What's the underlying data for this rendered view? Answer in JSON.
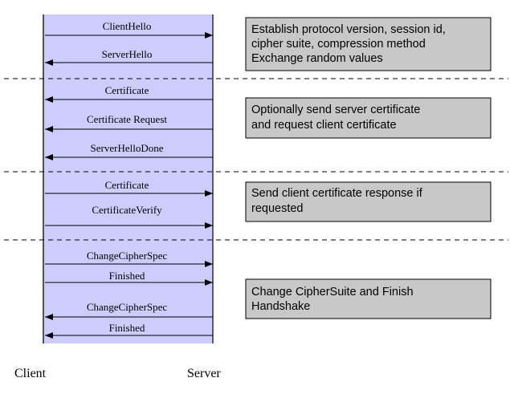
{
  "colors": {
    "lane_fill": "#ccccff",
    "lifeline": "#000000",
    "note_fill": "#c8c8c8",
    "note_border": "#000000",
    "separator": "#000000"
  },
  "endpoints": {
    "client": "Client",
    "server": "Server"
  },
  "messages": [
    {
      "label": "ClientHello",
      "direction": "to-server"
    },
    {
      "label": "ServerHello",
      "direction": "to-client"
    },
    {
      "label": "Certificate",
      "direction": "to-client"
    },
    {
      "label": "Certificate Request",
      "direction": "to-client"
    },
    {
      "label": "ServerHelloDone",
      "direction": "to-client"
    },
    {
      "label": "Certificate",
      "direction": "to-server"
    },
    {
      "label": "CertificateVerify",
      "direction": "to-server"
    },
    {
      "label": "ChangeCipherSpec",
      "direction": "to-server"
    },
    {
      "label": "Finished",
      "direction": "to-server"
    },
    {
      "label": "ChangeCipherSpec",
      "direction": "to-client"
    },
    {
      "label": "Finished",
      "direction": "to-client"
    }
  ],
  "notes": [
    {
      "lines": [
        "Establish protocol version, session id,",
        "cipher suite, compression method",
        "Exchange random values"
      ]
    },
    {
      "lines": [
        "Optionally send server certificate",
        "and request client certificate"
      ]
    },
    {
      "lines": [
        "Send client certificate response if",
        "requested"
      ]
    },
    {
      "lines": [
        "Change CipherSuite and Finish",
        "Handshake"
      ]
    }
  ]
}
